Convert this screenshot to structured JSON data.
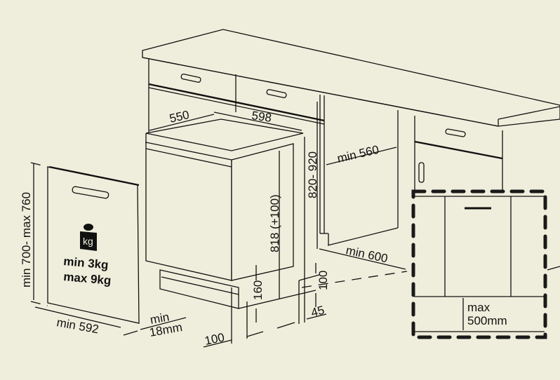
{
  "diagram": {
    "title_dims": {
      "depth": "550",
      "width": "598",
      "cabinet_depth": "min 560",
      "cabinet_height": "820- 920",
      "appliance_height": "818 (+100)",
      "opening_width": "min 600",
      "plinth_height": "160",
      "plinth_gap": "100",
      "plinth_offset": "45",
      "front_offset": "100",
      "panel_width": "min 592",
      "panel_thickness_min": "min",
      "panel_thickness_value": "18mm",
      "panel_height": "min 700- max 760",
      "weight_unit": "kg",
      "weight_min": "min  3kg",
      "weight_max": "max 9kg",
      "plinth_max_label": "max",
      "plinth_max_value": "500mm"
    }
  }
}
